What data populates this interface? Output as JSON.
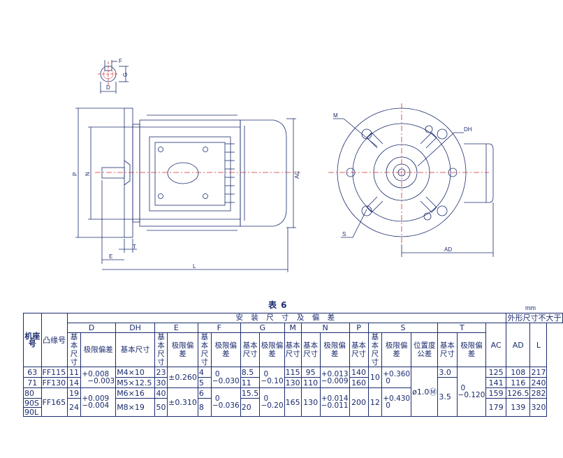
{
  "drawing": {
    "labels": {
      "F": "F",
      "G": "G",
      "D": "D",
      "P": "P",
      "N": "N",
      "AC": "AC",
      "T": "T",
      "E": "E",
      "L": "L",
      "M": "M",
      "DH": "DH",
      "S": "S",
      "AD": "AD"
    }
  },
  "table": {
    "title": "表 6",
    "unit": "mm",
    "header": {
      "frame": "机座号",
      "flange": "凸缘号",
      "install": "安 装 尺 寸 及 偏 差",
      "outer": "外形尺寸不大于",
      "groups": [
        "D",
        "DH",
        "E",
        "F",
        "G",
        "M",
        "N",
        "P",
        "S",
        "T"
      ],
      "basic": "基本尺寸",
      "limit": "极限偏差",
      "position_tol": "位置度公差",
      "outer_cols": [
        "AC",
        "AD",
        "L"
      ]
    },
    "rows": [
      {
        "frame": "63",
        "flange": "FF115",
        "D": "11",
        "DH": "M4×10",
        "E": "23",
        "F": "4",
        "G": "8.5",
        "M": "115",
        "N": "95",
        "P": "140",
        "S": "10",
        "T": "3.0",
        "AC": "125",
        "AD": "108",
        "L": "217"
      },
      {
        "frame": "71",
        "flange": "FF130",
        "D": "14",
        "DH": "M5×12.5",
        "E": "30",
        "F": "5",
        "G": "11",
        "M": "130",
        "N": "110",
        "P": "160",
        "S": "",
        "T": "",
        "AC": "141",
        "AD": "116",
        "L": "240"
      },
      {
        "frame": "80",
        "flange": "",
        "D": "19",
        "DH": "M6×16",
        "E": "40",
        "F": "6",
        "G": "15.5",
        "M": "",
        "N": "",
        "P": "",
        "S": "",
        "T": "",
        "AC": "159",
        "AD": "126.5",
        "L": "282"
      },
      {
        "frame": "90S",
        "flange": "FF165",
        "D": "",
        "DH": "",
        "E": "",
        "F": "",
        "G": "",
        "M": "",
        "N": "",
        "P": "",
        "S": "",
        "T": "",
        "AC": "",
        "AD": "",
        "L": ""
      },
      {
        "frame": "90L",
        "flange": "",
        "D": "24",
        "DH": "M8×19",
        "E": "50",
        "F": "8",
        "G": "20",
        "M": "165",
        "N": "130",
        "P": "200",
        "S": "12",
        "T": "3.5",
        "AC": "179",
        "AD": "139",
        "L": "320"
      }
    ],
    "tolerances": {
      "D_a_up": "+0.008",
      "D_a_dn": "−0.003",
      "D_b_up": "+0.009",
      "D_b_dn": "−0.004",
      "E_a": "±0.260",
      "E_b": "±0.310",
      "F_a_up": "0",
      "F_a_dn": "−0.030",
      "F_b_up": "0",
      "F_b_dn": "−0.036",
      "G_a_up": "0",
      "G_a_dn": "−0.10",
      "G_b_up": "0",
      "G_b_dn": "−0.20",
      "N_a_up": "+0.013",
      "N_a_dn": "−0.009",
      "N_b_up": "+0.014",
      "N_b_dn": "−0.011",
      "S_a_up": "+0.360",
      "S_a_dn": "0",
      "S_b_up": "+0.430",
      "S_b_dn": "0",
      "S_pos": "ø1.0Ⓜ",
      "T_up": "0",
      "T_dn": "−0.120"
    }
  }
}
